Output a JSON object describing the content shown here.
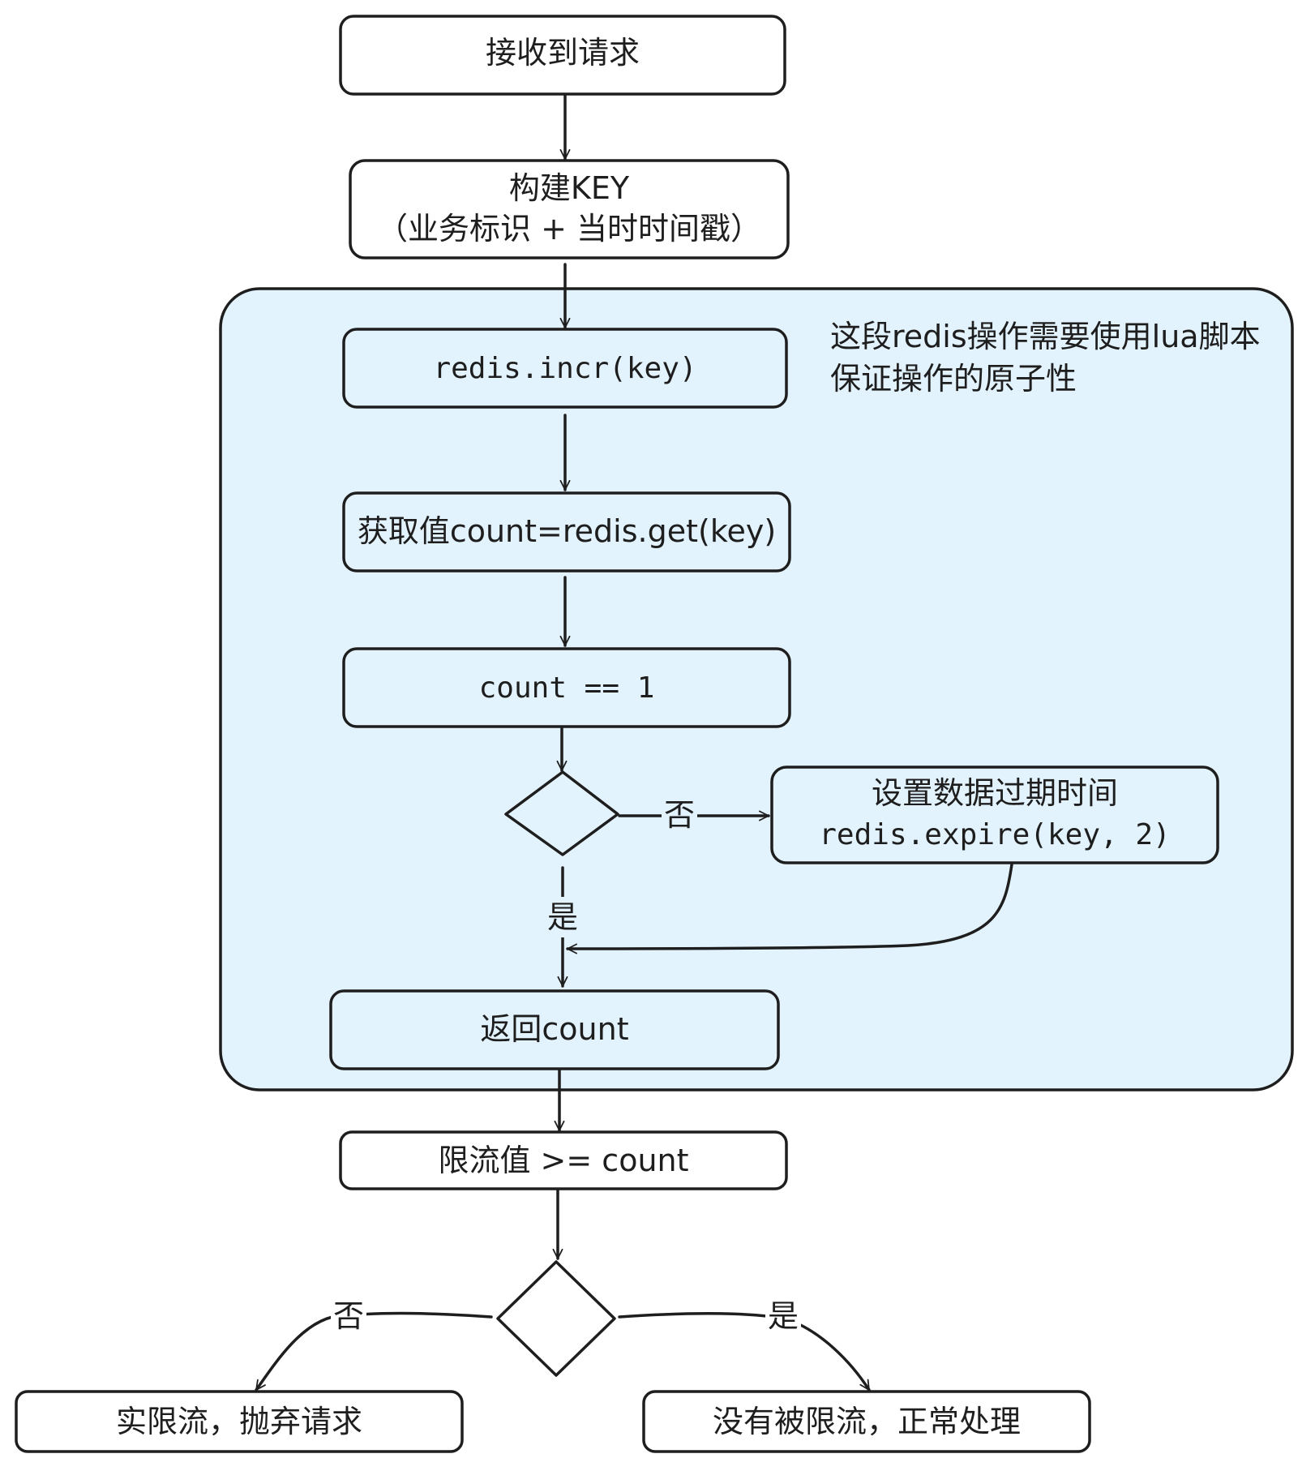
{
  "nodes": {
    "receive": "接收到请求",
    "build_key_1": "构建KEY",
    "build_key_2": "（业务标识 + 当时时间戳）",
    "incr": "redis.incr(key)",
    "get_count": "获取值count=redis.get(key)",
    "count_eq": "count == 1",
    "set_expire_1": "设置数据过期时间",
    "set_expire_2": "redis.expire(key, 2)",
    "return_count": "返回count",
    "limit_check": "限流值 >= count",
    "rejected": "实限流，抛弃请求",
    "accepted": "没有被限流，正常处理"
  },
  "note": {
    "line1": "这段redis操作需要使用lua脚本",
    "line2": "保证操作的原子性"
  },
  "edge_labels": {
    "d1_no": "否",
    "d1_yes": "是",
    "d2_no": "否",
    "d2_yes": "是"
  }
}
